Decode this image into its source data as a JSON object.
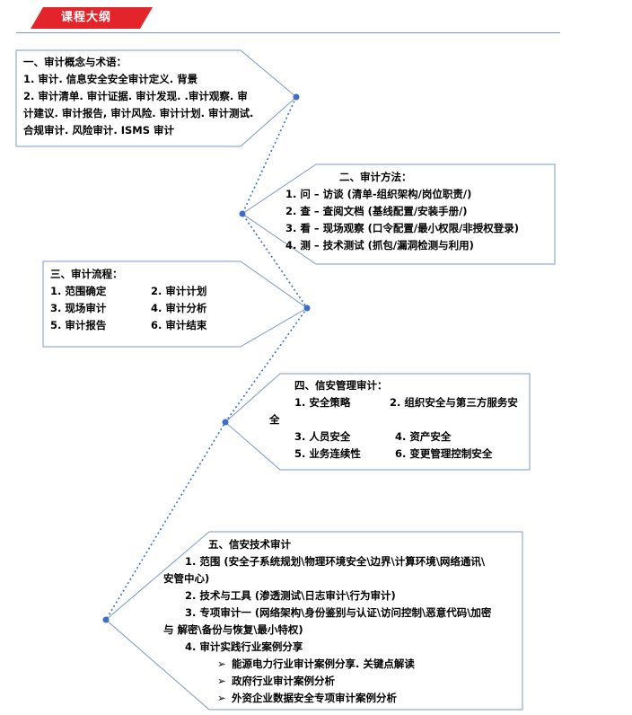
{
  "header": {
    "title": "课程大纲",
    "accent_color": "#e4242b",
    "line_color": "#7b98c6"
  },
  "colors": {
    "box_border": "#7b98c6",
    "connector": "#3d6ec9"
  },
  "sections": [
    {
      "title": "一、审计概念与术语：",
      "lines": [
        "1. 审计. 信息安全安全审计定义. 背景",
        "2. 审计清单. 审计证据. 审计发现.  .审计观察. 审",
        "计建议. 审计报告, 审计风险. 审计计划. 审计测试.",
        "合规审计. 风险审计. ISMS 审计"
      ]
    },
    {
      "title": "二、审计方法：",
      "lines": [
        "1. 问  – 访谈 (清单-组织架构/岗位职责/)",
        "2. 查  – 查阅文档 (基线配置/安装手册/)",
        "3. 看  – 现场观察 (口令配置/最小权限/非授权登录)",
        "4. 测  – 技术测试 (抓包/漏洞检测与利用)"
      ]
    },
    {
      "title": "三、审计流程：",
      "items": [
        [
          "1. 范围确定",
          "2. 审计计划"
        ],
        [
          "3. 现场审计",
          "4. 审计分析"
        ],
        [
          "5. 审计报告",
          "6. 审计结束"
        ]
      ]
    },
    {
      "title": "四、信安管理审计：",
      "items": [
        [
          "1. 安全策略",
          "2. 组织安全与第三方服务安"
        ],
        [
          "全",
          ""
        ],
        [
          "3. 人员安全",
          "4. 资产安全"
        ],
        [
          "5. 业务连续性",
          "6. 变更管理控制安全"
        ]
      ]
    },
    {
      "title": "五、信安技术审计",
      "lines": [
        "1. 范围  (安全子系统规划\\物理环境安全\\边界\\计算环境\\网络通讯\\",
        "安管中心)",
        "2. 技术与工具  (渗透测试\\日志审计\\行为审计)",
        "3. 专项审计一  (网络架构\\身份鉴别与认证\\访问控制\\恶意代码\\加密",
        "与    解密\\备份与恢复\\最小特权)",
        "4. 审计实践行业案例分享"
      ],
      "bullets": [
        "能源电力行业审计案例分享. 关键点解读",
        "政府行业审计案例分析",
        "外资企业数据安全专项审计案例分析"
      ],
      "bullet_glyph": "➢"
    }
  ]
}
